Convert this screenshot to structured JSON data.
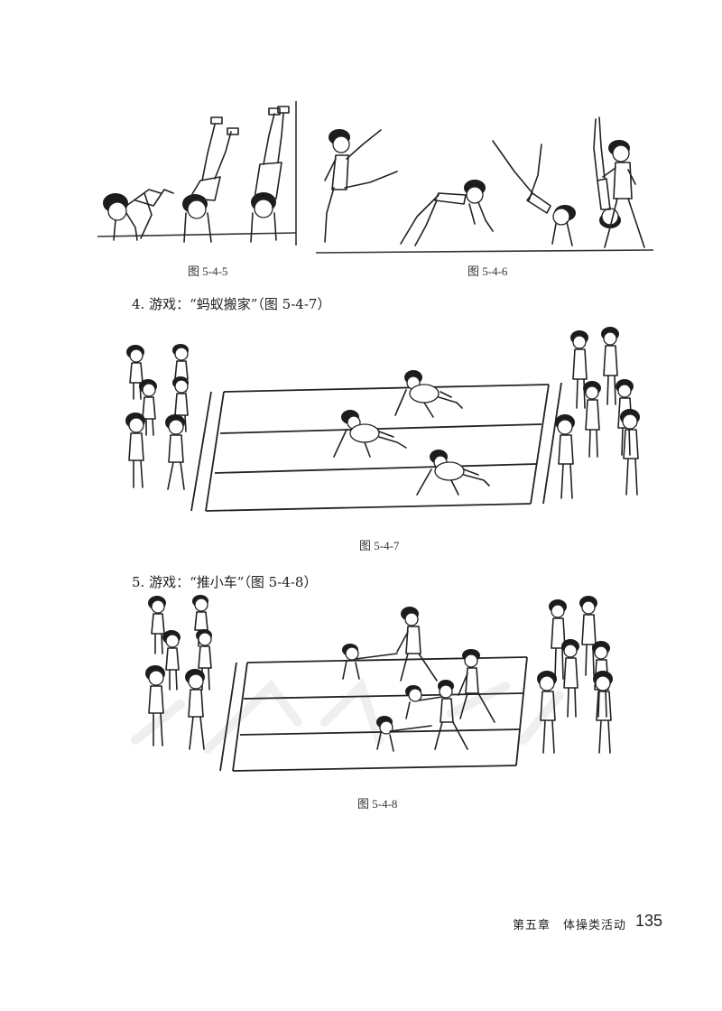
{
  "figures": {
    "fig545": {
      "caption": "图 5-4-5"
    },
    "fig546": {
      "caption": "图 5-4-6"
    },
    "fig547": {
      "caption": "图 5-4-7"
    },
    "fig548": {
      "caption": "图 5-4-8"
    }
  },
  "sections": {
    "game4": {
      "heading": "4. 游戏：“蚂蚁搬家”（图 5-4-7）"
    },
    "game5": {
      "heading": "5. 游戏：“推小车”（图 5-4-8）"
    }
  },
  "footer": {
    "chapter": "第五章　体操类活动",
    "page_number": "135"
  }
}
